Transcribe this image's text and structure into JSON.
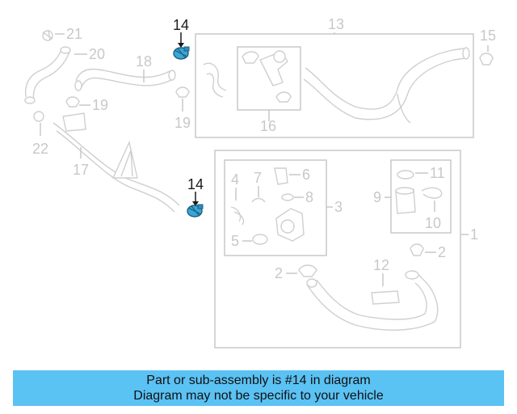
{
  "callouts": {
    "n1": "1",
    "n2a": "2",
    "n2b": "2",
    "n3": "3",
    "n4": "4",
    "n5": "5",
    "n6": "6",
    "n7": "7",
    "n8": "8",
    "n9": "9",
    "n10": "10",
    "n11": "11",
    "n12": "12",
    "n13": "13",
    "n14a": "14",
    "n14b": "14",
    "n15": "15",
    "n16": "16",
    "n17": "17",
    "n18": "18",
    "n19a": "19",
    "n19b": "19",
    "n20": "20",
    "n21": "21",
    "n22": "22"
  },
  "highlight": {
    "part_number": "14",
    "color": "#3aa7d6",
    "callout_color": "#1a1a1a"
  },
  "banner": {
    "line1": "Part or sub-assembly is #14 in diagram",
    "line2": "Diagram may not be specific to your vehicle",
    "background": "#5bc2f4"
  }
}
